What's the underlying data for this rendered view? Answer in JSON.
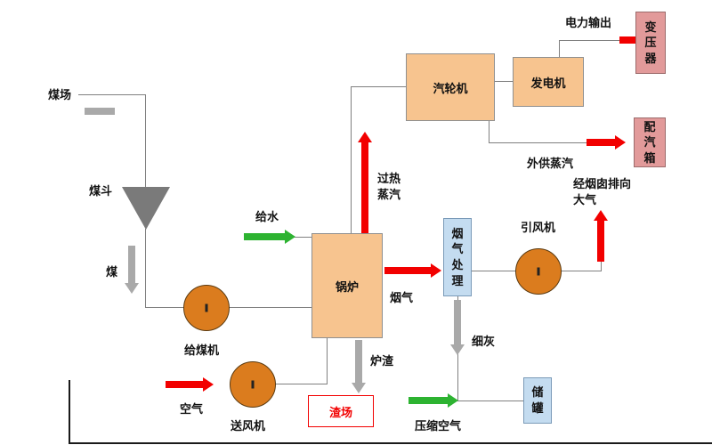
{
  "diagram": {
    "boxes": {
      "boiler": "锅炉",
      "steam_turbine": "汽轮机",
      "generator": "发电机",
      "transformer": "变压器",
      "steam_distribution_box": "配汽箱",
      "flue_gas_treatment": "烟气处理",
      "storage_tank": "储罐",
      "slag_yard": "渣场"
    },
    "labels": {
      "coal_yard": "煤场",
      "coal_hopper": "煤斗",
      "coal": "煤",
      "coal_feeder": "给煤机",
      "air": "空气",
      "forced_draft_fan": "送风机",
      "feed_water": "给水",
      "superheated_steam": "过热\n蒸汽",
      "power_output": "电力输出",
      "external_steam": "外供蒸汽",
      "flue_gas": "烟气",
      "induced_draft_fan": "引风机",
      "to_atmosphere": "经烟囱排向\n大气",
      "fine_ash": "细灰",
      "slag": "炉渣",
      "compressed_air": "压缩空气"
    },
    "colors": {
      "process_box": "#F7C48F",
      "electric_box": "#E29A9A",
      "treatment_box": "#C4DCF0",
      "fan_circle": "#DB7C1E",
      "arrow_red": "#F20000",
      "arrow_green": "#2DB331",
      "arrow_gray": "#A9A9A9",
      "slag_yard_accent": "#F20000"
    }
  }
}
